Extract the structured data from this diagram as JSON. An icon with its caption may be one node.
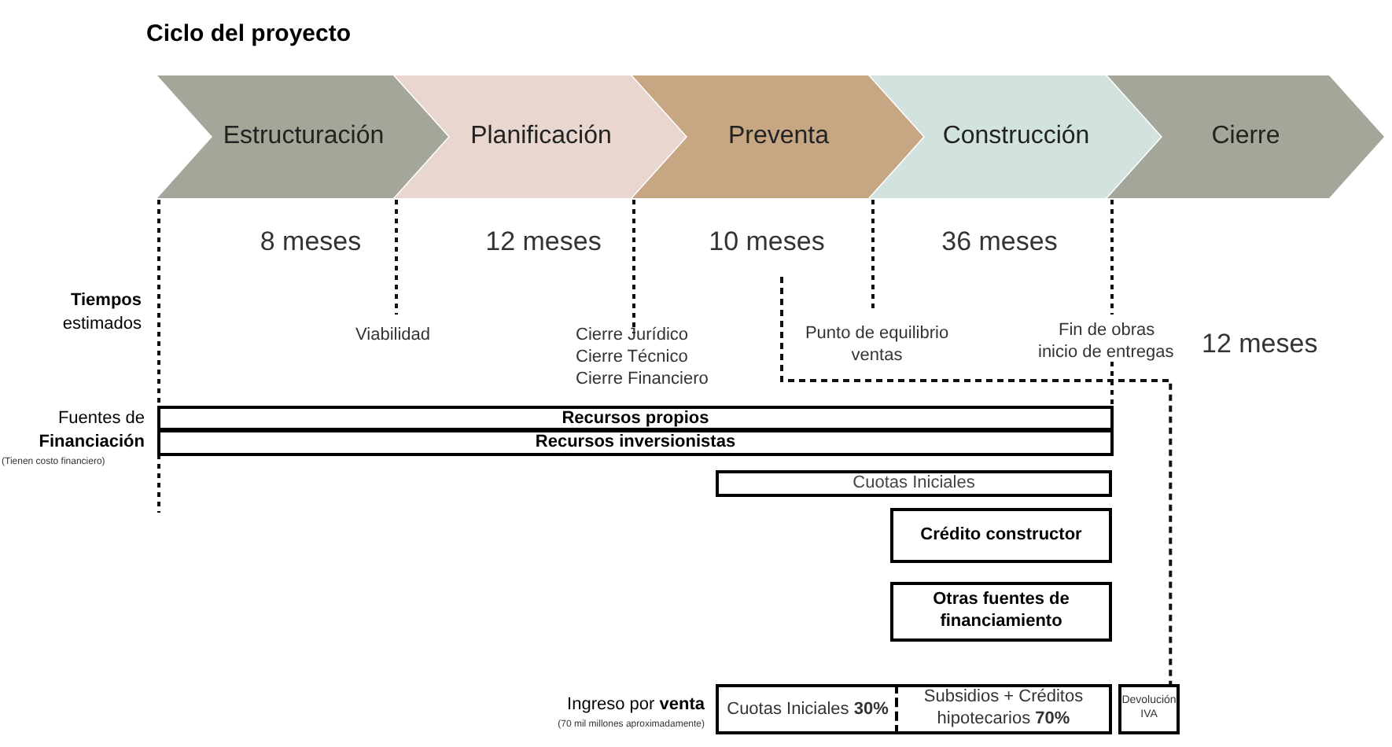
{
  "diagram": {
    "title": "Ciclo del proyecto",
    "nodes": [
      {
        "text": [
          "Estructuración"
        ]
      },
      {
        "text": [
          "Planificación"
        ]
      },
      {
        "text": [
          "Preventa"
        ]
      },
      {
        "text": [
          "Construcción"
        ]
      },
      {
        "text": [
          "Cierre"
        ]
      },
      {
        "text": [
          "Recursos propios"
        ]
      },
      {
        "text": [
          "Recursos inversionistas"
        ]
      },
      {
        "text": [
          "Cuotas Iniciales"
        ]
      },
      {
        "text": [
          "Crédito constructor"
        ]
      },
      {
        "text": [
          "Otras fuentes de financiamiento"
        ]
      },
      {
        "text": [
          "Cuotas Iniciales **30%**"
        ]
      },
      {
        "text": [
          "Subsidios + Créditos hipotecarios **70%**"
        ]
      },
      {
        "text": [
          "Devolución IVA"
        ]
      }
    ],
    "edges": [
      {
        "from": null,
        "to": 12,
        "arrow": "none",
        "style": "dashed"
      }
    ],
    "labels": [
      "8 meses",
      "12 meses",
      "10 meses",
      "36 meses",
      "**Tiempos** estimados",
      "Viabilidad",
      "Cierre Jurídico",
      "Cierre Técnico",
      "Cierre Financiero",
      "Punto de equilibrio ventas",
      "Fin de obras",
      "inicio de entregas",
      "12 meses",
      "Fuentes de **Financiación**",
      "(Tienen costo financiero)",
      "Ingreso por **venta**",
      "(70 mil millones aproximadamente)"
    ]
  }
}
